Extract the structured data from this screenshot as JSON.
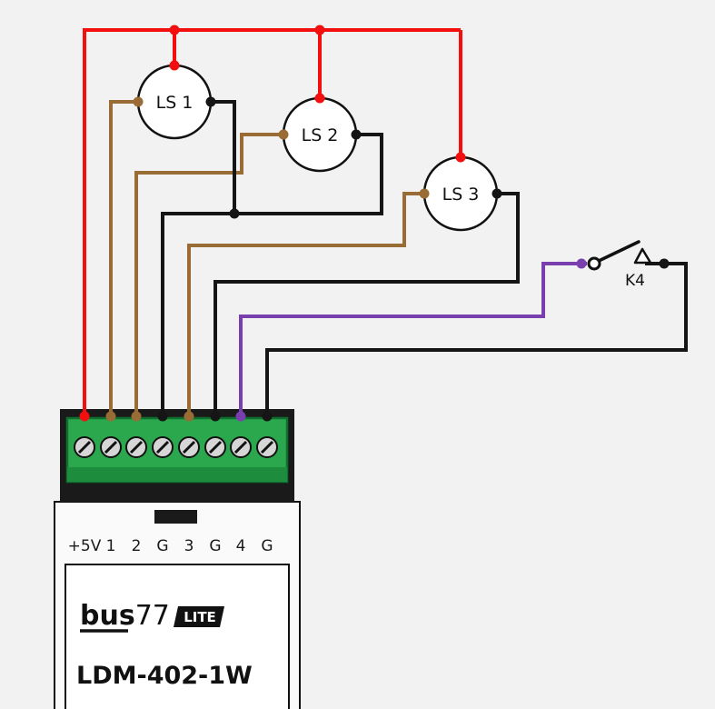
{
  "colors": {
    "background": "#f2f2f2",
    "red": "#f40f0f",
    "brown": "#9a6c35",
    "black": "#151515",
    "purple": "#7a3fae",
    "green": "#2ba84e",
    "green_dark": "#1d8c3d",
    "green_border": "#0e6f2e",
    "screw": "#d6d6d6",
    "housing": "#1a1a1a",
    "body": "#fafafa"
  },
  "sensors": [
    {
      "label": "LS 1"
    },
    {
      "label": "LS 2"
    },
    {
      "label": "LS 3"
    }
  ],
  "switch": {
    "label": "K4"
  },
  "device": {
    "terminals": [
      "+5V",
      "1",
      "2",
      "G",
      "3",
      "G",
      "4",
      "G"
    ],
    "brand": {
      "bus": "bus",
      "seventyseven": "77",
      "badge": "LITE"
    },
    "model": "LDM-402-1W"
  }
}
